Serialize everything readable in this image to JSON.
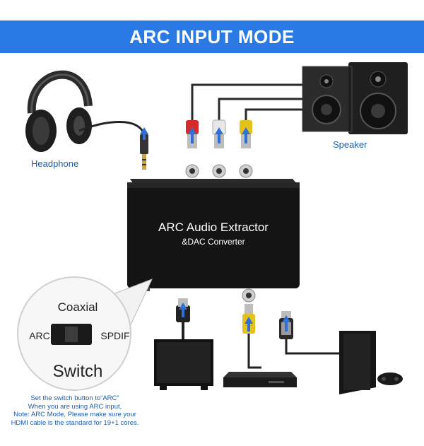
{
  "banner": {
    "title": "ARC INPUT MODE"
  },
  "device": {
    "title": "ARC Audio Extractor",
    "subtitle": "&DAC Converter"
  },
  "labels": {
    "headphone": "Headphone",
    "speaker": "Speaker"
  },
  "switch_zoom": {
    "top_label": "Coaxial",
    "left_label": "ARC",
    "right_label": "SPDIF",
    "bottom_label": "Switch"
  },
  "note": {
    "lines": [
      "Set the switch button to“ARC”",
      "When you are using ARC input,",
      "Note: ARC Mode, Please make sure your",
      "HDMI cable is the standard for 19+1 cores."
    ]
  },
  "colors": {
    "banner": "#2a79e4",
    "label_text": "#1b5fa8",
    "arrow": "#2f6fd6"
  }
}
